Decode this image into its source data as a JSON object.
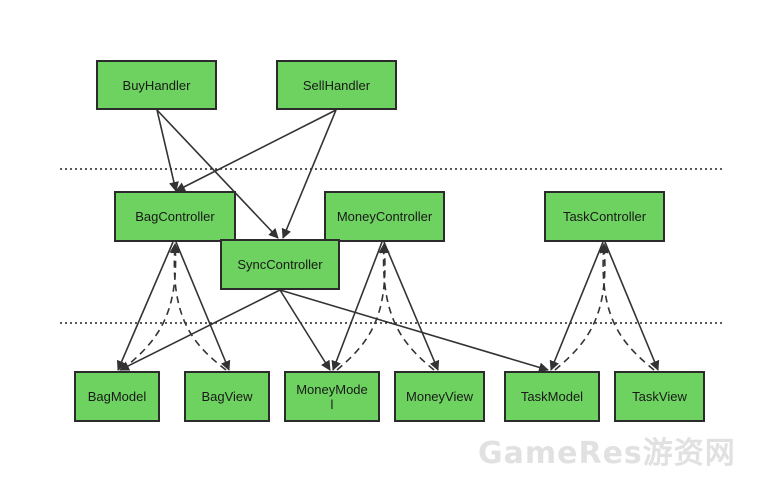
{
  "nodes": {
    "buy_handler": "BuyHandler",
    "sell_handler": "SellHandler",
    "bag_controller": "BagController",
    "money_controller": "MoneyController",
    "task_controller": "TaskController",
    "sync_controller": "SyncController",
    "bag_model": "BagModel",
    "bag_view": "BagView",
    "money_model": "MoneyMode\nl",
    "money_view": "MoneyView",
    "task_model": "TaskModel",
    "task_view": "TaskView"
  },
  "watermark": "GameRes游资网",
  "colors": {
    "node_fill": "#6dd25f",
    "node_border": "#2b2b2b",
    "arrow": "#333333"
  }
}
